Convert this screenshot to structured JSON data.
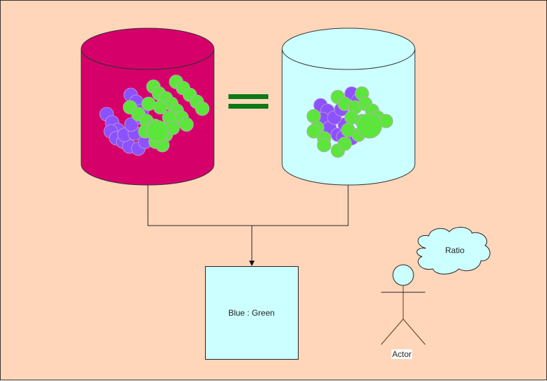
{
  "box": {
    "label": "Blue : Green"
  },
  "cloud": {
    "label": "Ratio"
  },
  "actor": {
    "label": "Actor"
  },
  "colors": {
    "background": "#ffd6ba",
    "left_cylinder": "#d5006a",
    "right_cylinder": "#ccffff",
    "green": "#5ce63c",
    "purple": "#8c52ff",
    "equals": "#0b7a16"
  }
}
